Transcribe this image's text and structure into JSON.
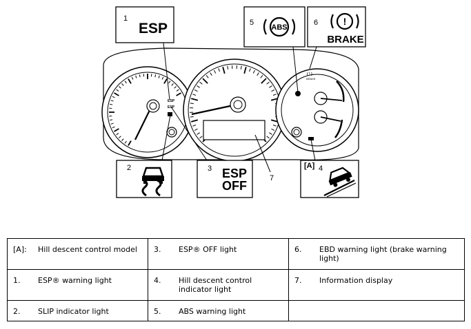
{
  "callouts": {
    "esp_warning": {
      "number": "1",
      "text": "ESP"
    },
    "slip_indicator": {
      "number": "2"
    },
    "esp_off": {
      "number": "3",
      "line1": "ESP",
      "line2": "OFF"
    },
    "hill_descent": {
      "number": "4",
      "tag": "[A]"
    },
    "abs_warning": {
      "number": "5",
      "text": "ABS"
    },
    "brake_warning": {
      "number": "6",
      "text": "BRAKE",
      "symbol": "!"
    },
    "info_display": {
      "number": "7"
    }
  },
  "legend": {
    "rows": [
      [
        {
          "key": "[A]:",
          "text": "Hill descent control model"
        },
        {
          "key": "3.",
          "text": "ESP® OFF light"
        },
        {
          "key": "6.",
          "text": "EBD warning light (brake warning light)"
        }
      ],
      [
        {
          "key": "1.",
          "text": "ESP® warning light"
        },
        {
          "key": "4.",
          "text": "Hill descent control indicator light"
        },
        {
          "key": "7.",
          "text": "Information display"
        }
      ],
      [
        {
          "key": "2.",
          "text": "SLIP indicator light"
        },
        {
          "key": "5.",
          "text": "ABS warning light"
        },
        {
          "key": "",
          "text": ""
        }
      ]
    ]
  }
}
